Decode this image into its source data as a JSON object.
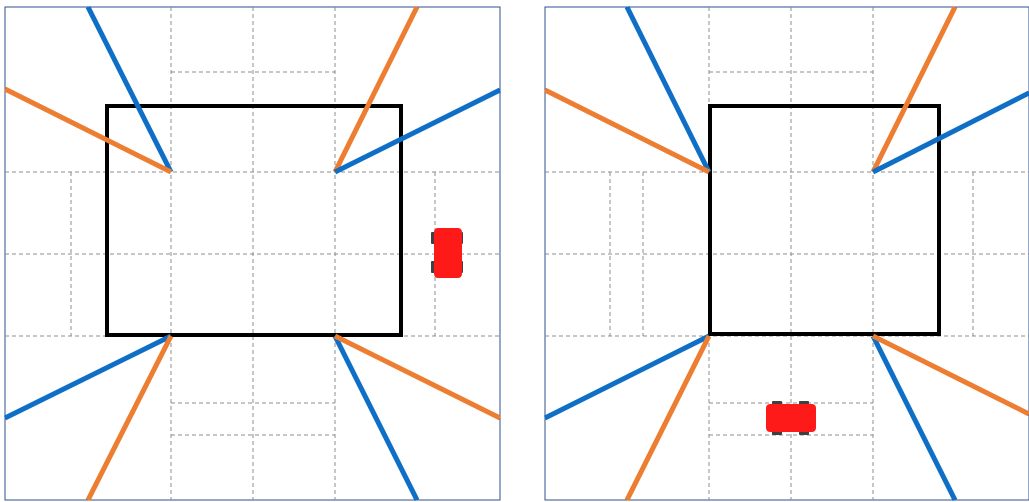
{
  "colors": {
    "blue_ray": "#0f6fc6",
    "orange_ray": "#ed7d31",
    "box": "#000000",
    "grid": "#8c8c8c",
    "border": "#2f4f8f",
    "car": "#ff1a1a",
    "tire": "#404040"
  },
  "panels": [
    {
      "name": "left-panel",
      "car_orientation": "vertical"
    },
    {
      "name": "right-panel",
      "car_orientation": "horizontal"
    }
  ]
}
